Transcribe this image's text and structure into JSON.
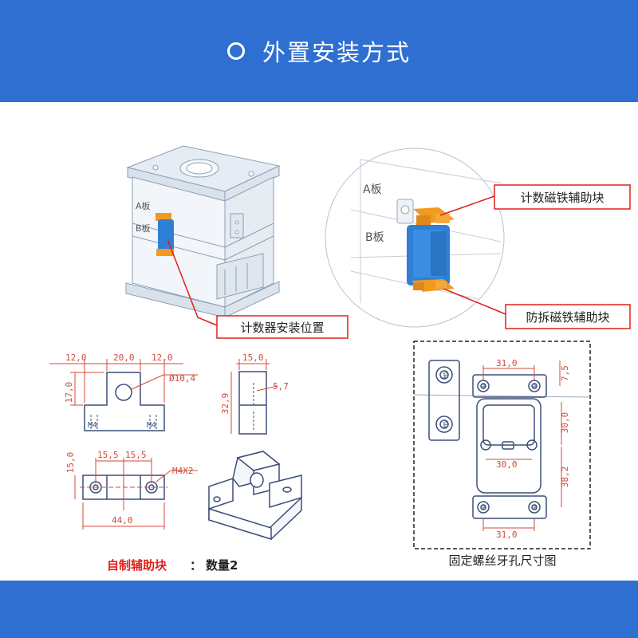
{
  "header": {
    "title": "外置安装方式"
  },
  "mold": {
    "plate_a": "A板",
    "plate_b": "B板"
  },
  "callouts": {
    "counter_position": "计数器安装位置",
    "counter_magnet_block": "计数磁铁辅助块",
    "anti_tamper_block": "防拆磁铁辅助块"
  },
  "drawing": {
    "dims": {
      "d12_left": "12,0",
      "d20": "20,0",
      "d12_right": "12,0",
      "d17": "17,0",
      "diameter": "Ø10,4",
      "d15_side": "15,0",
      "d5_7": "5,7",
      "d32_9": "32,9",
      "m4_left": "M4",
      "m4_right": "M4",
      "d15_left": "15,0",
      "d15_5_a": "15,5",
      "d15_5_b": "15,5",
      "m4x2": "M4X2",
      "d44": "44,0"
    },
    "caption_red": "自制辅助块",
    "caption_colon": "：",
    "caption_qty": "数量2"
  },
  "holes": {
    "d31_top": "31,0",
    "d7_5": "7,5",
    "d30_vert": "30,0",
    "d30_horiz": "30,0",
    "d38_2": "38,2",
    "d31_bottom": "31,0",
    "m5_top": "M5",
    "m5_bottom": "M5",
    "m4_a": "M4",
    "m4_b": "M4",
    "m4_c": "M4",
    "m4_d": "M4",
    "caption": "固定螺丝牙孔尺寸图"
  },
  "colors": {
    "brand_blue": "#2f6fd1",
    "callout_red": "#e0211b",
    "counter_blue": "#2f7fd6",
    "block_orange": "#f29a1f",
    "dim_red": "#d44a3a"
  }
}
